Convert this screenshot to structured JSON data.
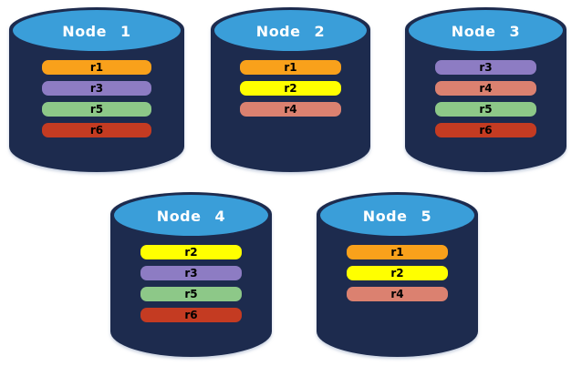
{
  "colors": {
    "background": "#FFFFFF",
    "cylinder_body": "#1D2B4E",
    "cylinder_top": "#3A9ED9",
    "node_label_text": "#FFFFFF",
    "replica_label_text": "#000000"
  },
  "replica_colors": {
    "r1": "#F9A11B",
    "r2": "#FFFF00",
    "r3": "#8D7CC3",
    "r4": "#DB8170",
    "r5": "#8DC888",
    "r6": "#C43B22"
  },
  "nodes": [
    {
      "label": "Node 1",
      "replicas": [
        "r1",
        "r3",
        "r5",
        "r6"
      ]
    },
    {
      "label": "Node 2",
      "replicas": [
        "r1",
        "r2",
        "r4"
      ]
    },
    {
      "label": "Node 3",
      "replicas": [
        "r3",
        "r4",
        "r5",
        "r6"
      ]
    },
    {
      "label": "Node 4",
      "replicas": [
        "r2",
        "r3",
        "r5",
        "r6"
      ]
    },
    {
      "label": "Node 5",
      "replicas": [
        "r1",
        "r2",
        "r4"
      ]
    }
  ]
}
